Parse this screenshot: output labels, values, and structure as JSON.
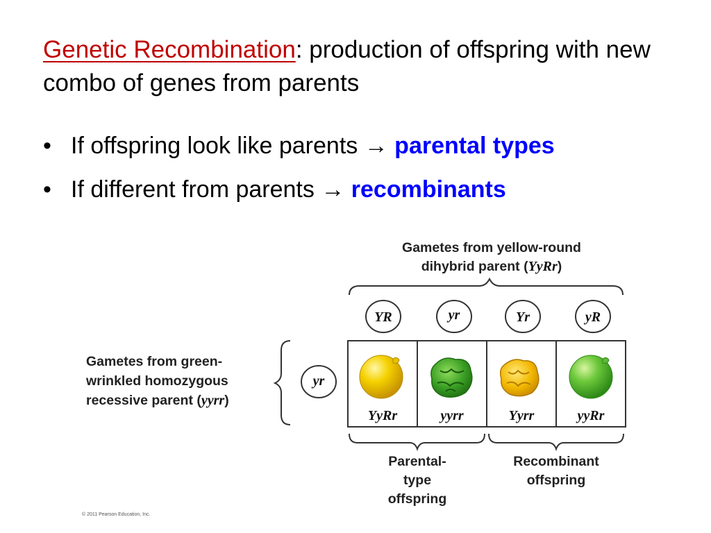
{
  "slide": {
    "title_term": "Genetic Recombination",
    "title_rest": ": production of offspring with new combo of genes from parents",
    "bullets": [
      {
        "text": "If offspring look like parents",
        "arrow": "→",
        "term": "parental types"
      },
      {
        "text": "If different from parents",
        "arrow": "→",
        "term": "recombinants"
      }
    ]
  },
  "diagram": {
    "top_label_line1": "Gametes from yellow-round",
    "top_label_line2_prefix": "dihybrid parent (",
    "top_label_line2_genotype": "YyRr",
    "top_label_line2_suffix": ")",
    "left_label_line1": "Gametes from green-",
    "left_label_line2": "wrinkled homozygous",
    "left_label_line3_prefix": "recessive parent (",
    "left_label_line3_genotype": "yyrr",
    "left_label_line3_suffix": ")",
    "top_gametes": [
      "YR",
      "yr",
      "Yr",
      "yR"
    ],
    "left_gamete": "yr",
    "offspring": [
      {
        "genotype": "YyRr",
        "pea": "yellow-round"
      },
      {
        "genotype": "yyrr",
        "pea": "green-wrinkled"
      },
      {
        "genotype": "Yyrr",
        "pea": "yellow-wrinkled"
      },
      {
        "genotype": "yyRr",
        "pea": "green-round"
      }
    ],
    "parental_label": [
      "Parental-",
      "type",
      "offspring"
    ],
    "recombinant_label": [
      "Recombinant",
      "offspring"
    ],
    "colors": {
      "yellow": "#f2c400",
      "green": "#3aa020",
      "title_term": "#c00000",
      "bullet_term": "#0000ff"
    }
  },
  "footer": {
    "copyright": "© 2011 Pearson Education, Inc."
  }
}
